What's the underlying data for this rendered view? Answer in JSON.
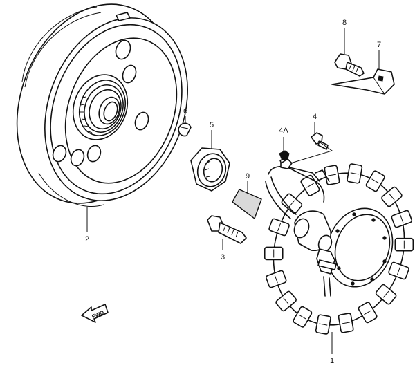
{
  "callouts": {
    "c1": "1",
    "c2": "2",
    "c3": "3",
    "c4": "4",
    "c4a": "4A",
    "c5": "5",
    "c6": "6",
    "c7": "7",
    "c8": "8",
    "c9": "9"
  },
  "direction_badge": {
    "label": "FWD",
    "icon": "forward-arrow-icon"
  }
}
